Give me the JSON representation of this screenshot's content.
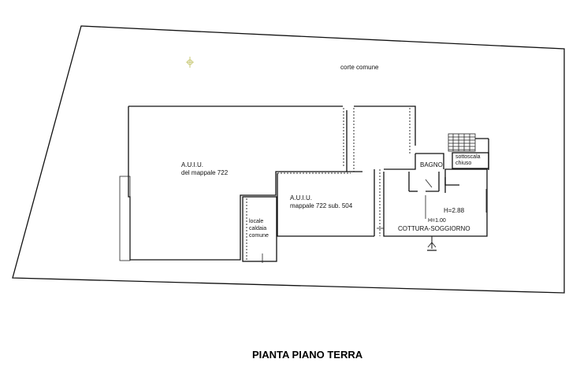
{
  "labels": {
    "corte": "corte comune",
    "auiu1_line1": "A.U.I.U.",
    "auiu1_line2": "del mappale 722",
    "auiu2_line1": "A.U.I.U.",
    "auiu2_line2": "mappale 722 sub. 504",
    "locale1": "locale",
    "locale2": "caldaia",
    "locale3": "comune",
    "bagno": "BAGNO",
    "sottoscala1": "sottoscala",
    "sottoscala2": "chiuso",
    "h288": "H=2.88",
    "h100": "H=1.00",
    "cottura": "COTTURA-SOGGIORNO"
  },
  "title": "PIANTA PIANO TERRA"
}
